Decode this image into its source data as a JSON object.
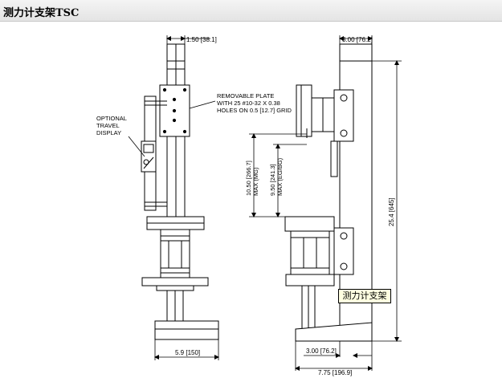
{
  "page": {
    "title": "测力计支架TSC"
  },
  "diagram": {
    "left_view": {
      "dim_top": "1.50 [38.1]",
      "dim_bottom": "5.9 [150]",
      "callout_display": [
        "OPTIONAL",
        "TRAVEL",
        "DISPLAY"
      ],
      "callout_plate": [
        "REMOVABLE PLATE",
        "WITH 25 #10-32 X 0.38",
        "HOLES ON 0.5 [12.7] GRID"
      ]
    },
    "right_view": {
      "dim_top": "3.00 [76.2]",
      "dim_max_mg": [
        "10.50 [266.7]",
        "MAX (MG)"
      ],
      "dim_max_egbg": [
        "9.50 [241.3]",
        "MAX (EG/BG)"
      ],
      "dim_height": "25.4 [645]",
      "dim_base_inner": "3.00 [76.2]",
      "dim_base_total": "7.75 [196.9]"
    }
  },
  "tooltip": {
    "text": "测力计支架"
  }
}
